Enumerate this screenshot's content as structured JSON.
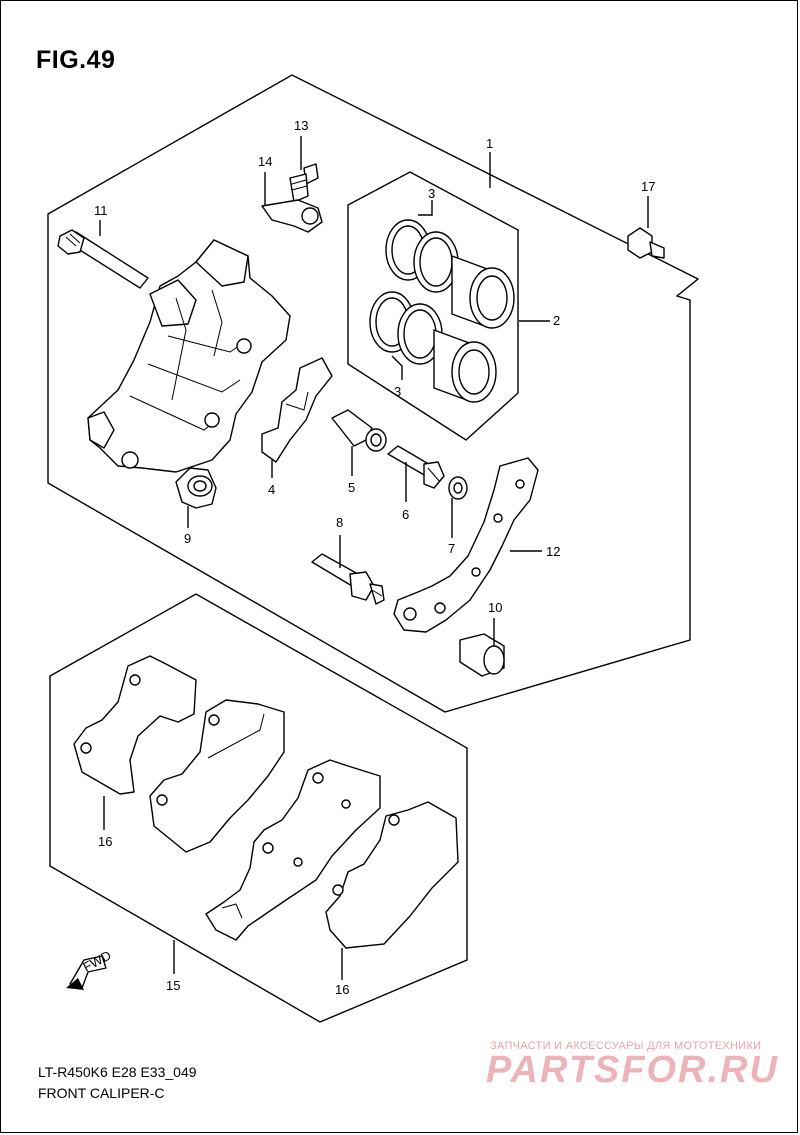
{
  "figure_title": "FIG.49",
  "model_code": "LT-R450K6 E28 E33_049",
  "caption": "FRONT CALIPER-C",
  "fwd_badge": "FWD",
  "callouts": {
    "c1": "1",
    "c2": "2",
    "c3a": "3",
    "c3b": "3",
    "c4": "4",
    "c5": "5",
    "c6": "6",
    "c7": "7",
    "c8": "8",
    "c9": "9",
    "c10": "10",
    "c11": "11",
    "c12": "12",
    "c13": "13",
    "c14": "14",
    "c15": "15",
    "c16a": "16",
    "c16b": "16",
    "c17": "17"
  },
  "watermark": {
    "tagline": "ЗАПЧАСТИ И АКСЕССУАРЫ ДЛЯ МОТОТЕХНИКИ",
    "brand": "PARTSFOR.RU"
  }
}
